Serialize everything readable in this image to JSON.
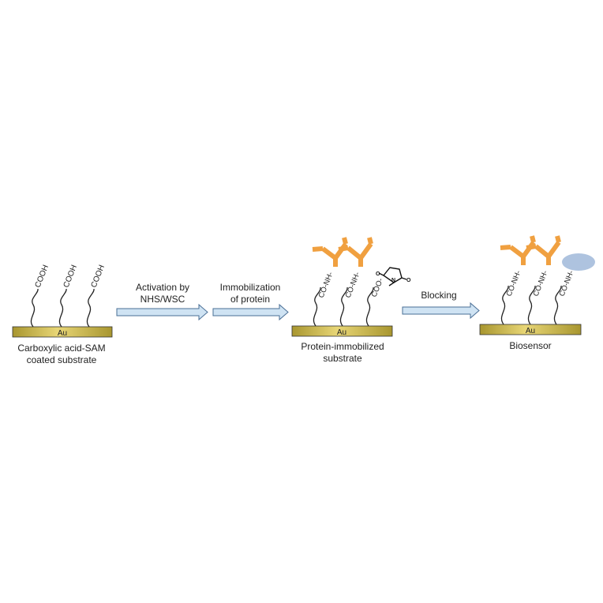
{
  "substrate_label": "Au",
  "group_cooh": "COOH",
  "group_amide": "CO-NH-",
  "group_ester": "COO-",
  "nhs_atoms": {
    "o1": "O",
    "n": "N",
    "o2": "O"
  },
  "steps": [
    {
      "caption_line1": "Carboxylic acid-SAM",
      "caption_line2": "coated substrate"
    },
    {
      "caption_line1": "Protein-immobilized",
      "caption_line2": "substrate"
    },
    {
      "caption_line1": "Biosensor",
      "caption_line2": ""
    }
  ],
  "arrows": [
    {
      "line1": "Activation by",
      "line2": "NHS/WSC"
    },
    {
      "line1": "Immobilization",
      "line2": "of protein"
    },
    {
      "line1": "Blocking",
      "line2": ""
    }
  ],
  "colors": {
    "gold_light": "#e3d070",
    "gold_dark": "#9a8a2e",
    "antibody": "#f0a040",
    "blocker": "#aec3df",
    "arrow_fill": "#cfe3f3",
    "arrow_stroke": "#4a6f96"
  }
}
